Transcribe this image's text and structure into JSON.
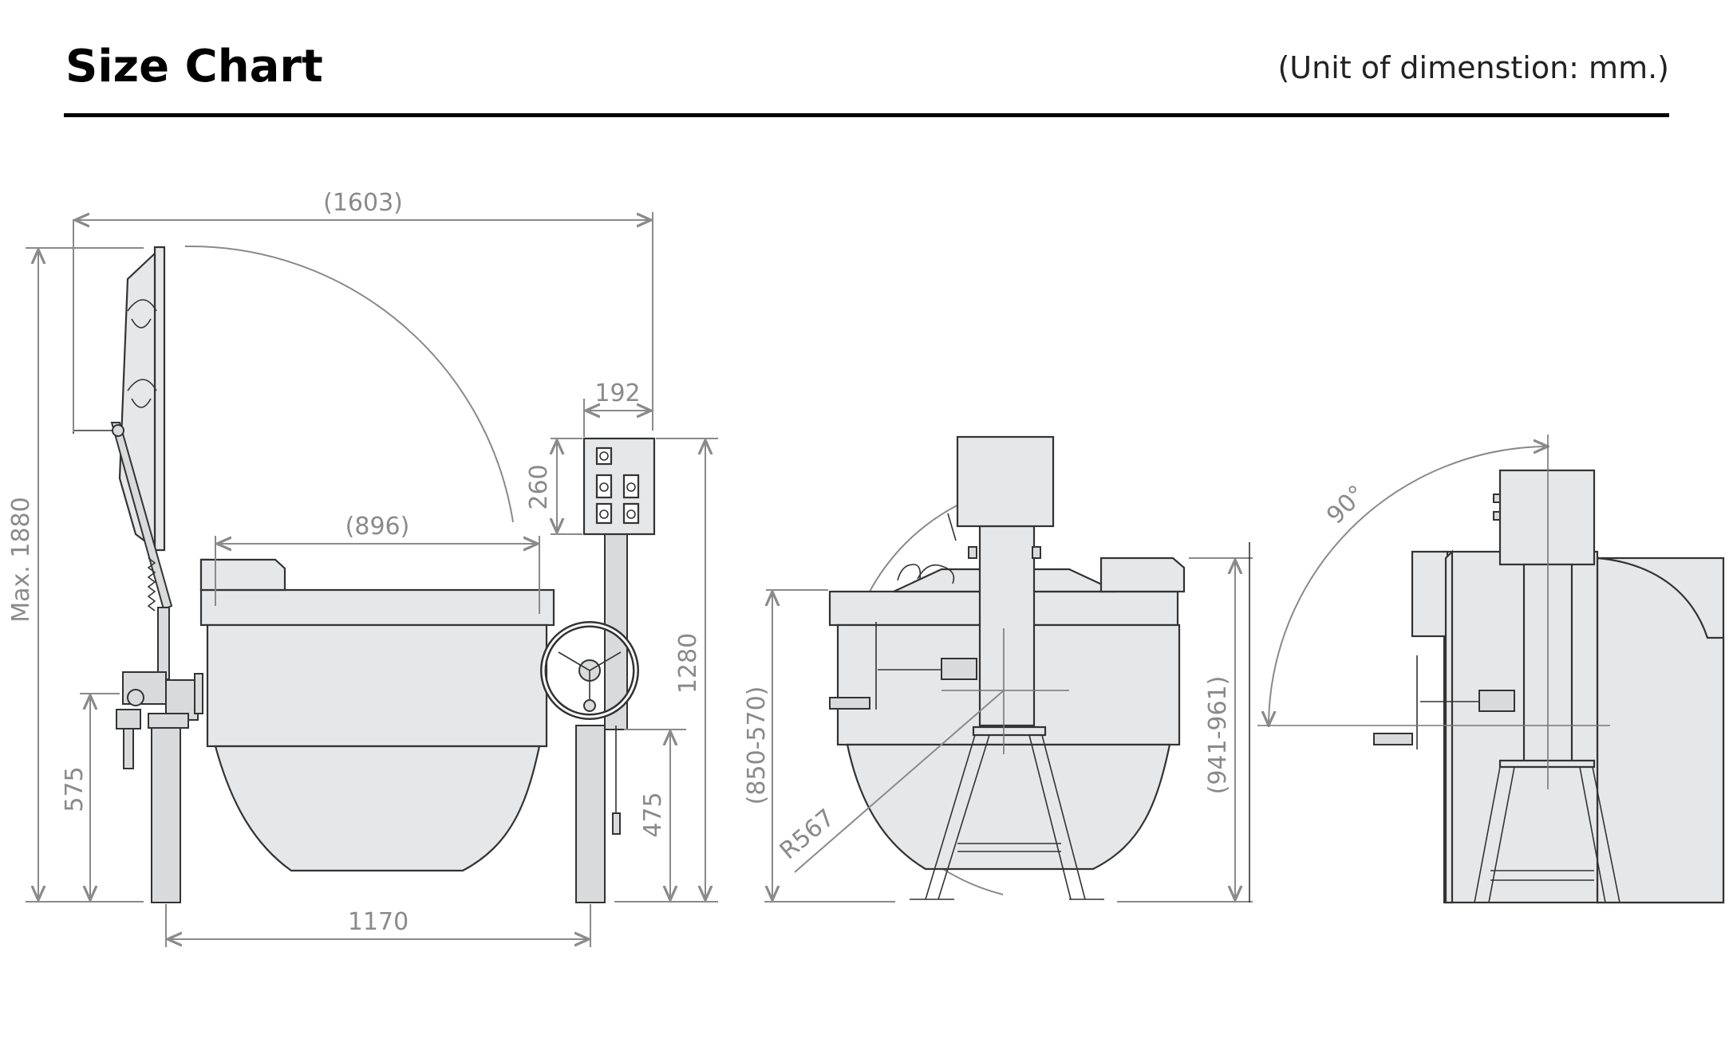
{
  "header": {
    "title": "Size Chart",
    "unit_note": "(Unit of dimenstion: mm.)"
  },
  "colors": {
    "body_fill": "#e6e7e8",
    "outline": "#333333",
    "dimension": "#8a8a8a",
    "rule": "#000000"
  },
  "side_view": {
    "dim_overall_width": "(1603)",
    "dim_max_height": "Max. 1880",
    "dim_control_box_width": "192",
    "dim_control_box_height": "260",
    "dim_pan_width": "(896)",
    "dim_total_height": "1280",
    "dim_axis_height": "575",
    "dim_handle_height": "475",
    "dim_leg_span": "1170"
  },
  "front_view": {
    "dim_pour_height": "(850-570)",
    "dim_radius": "R567",
    "dim_rim_height": "(941-961)"
  },
  "tilt_view": {
    "dim_tilt_angle": "90°"
  }
}
